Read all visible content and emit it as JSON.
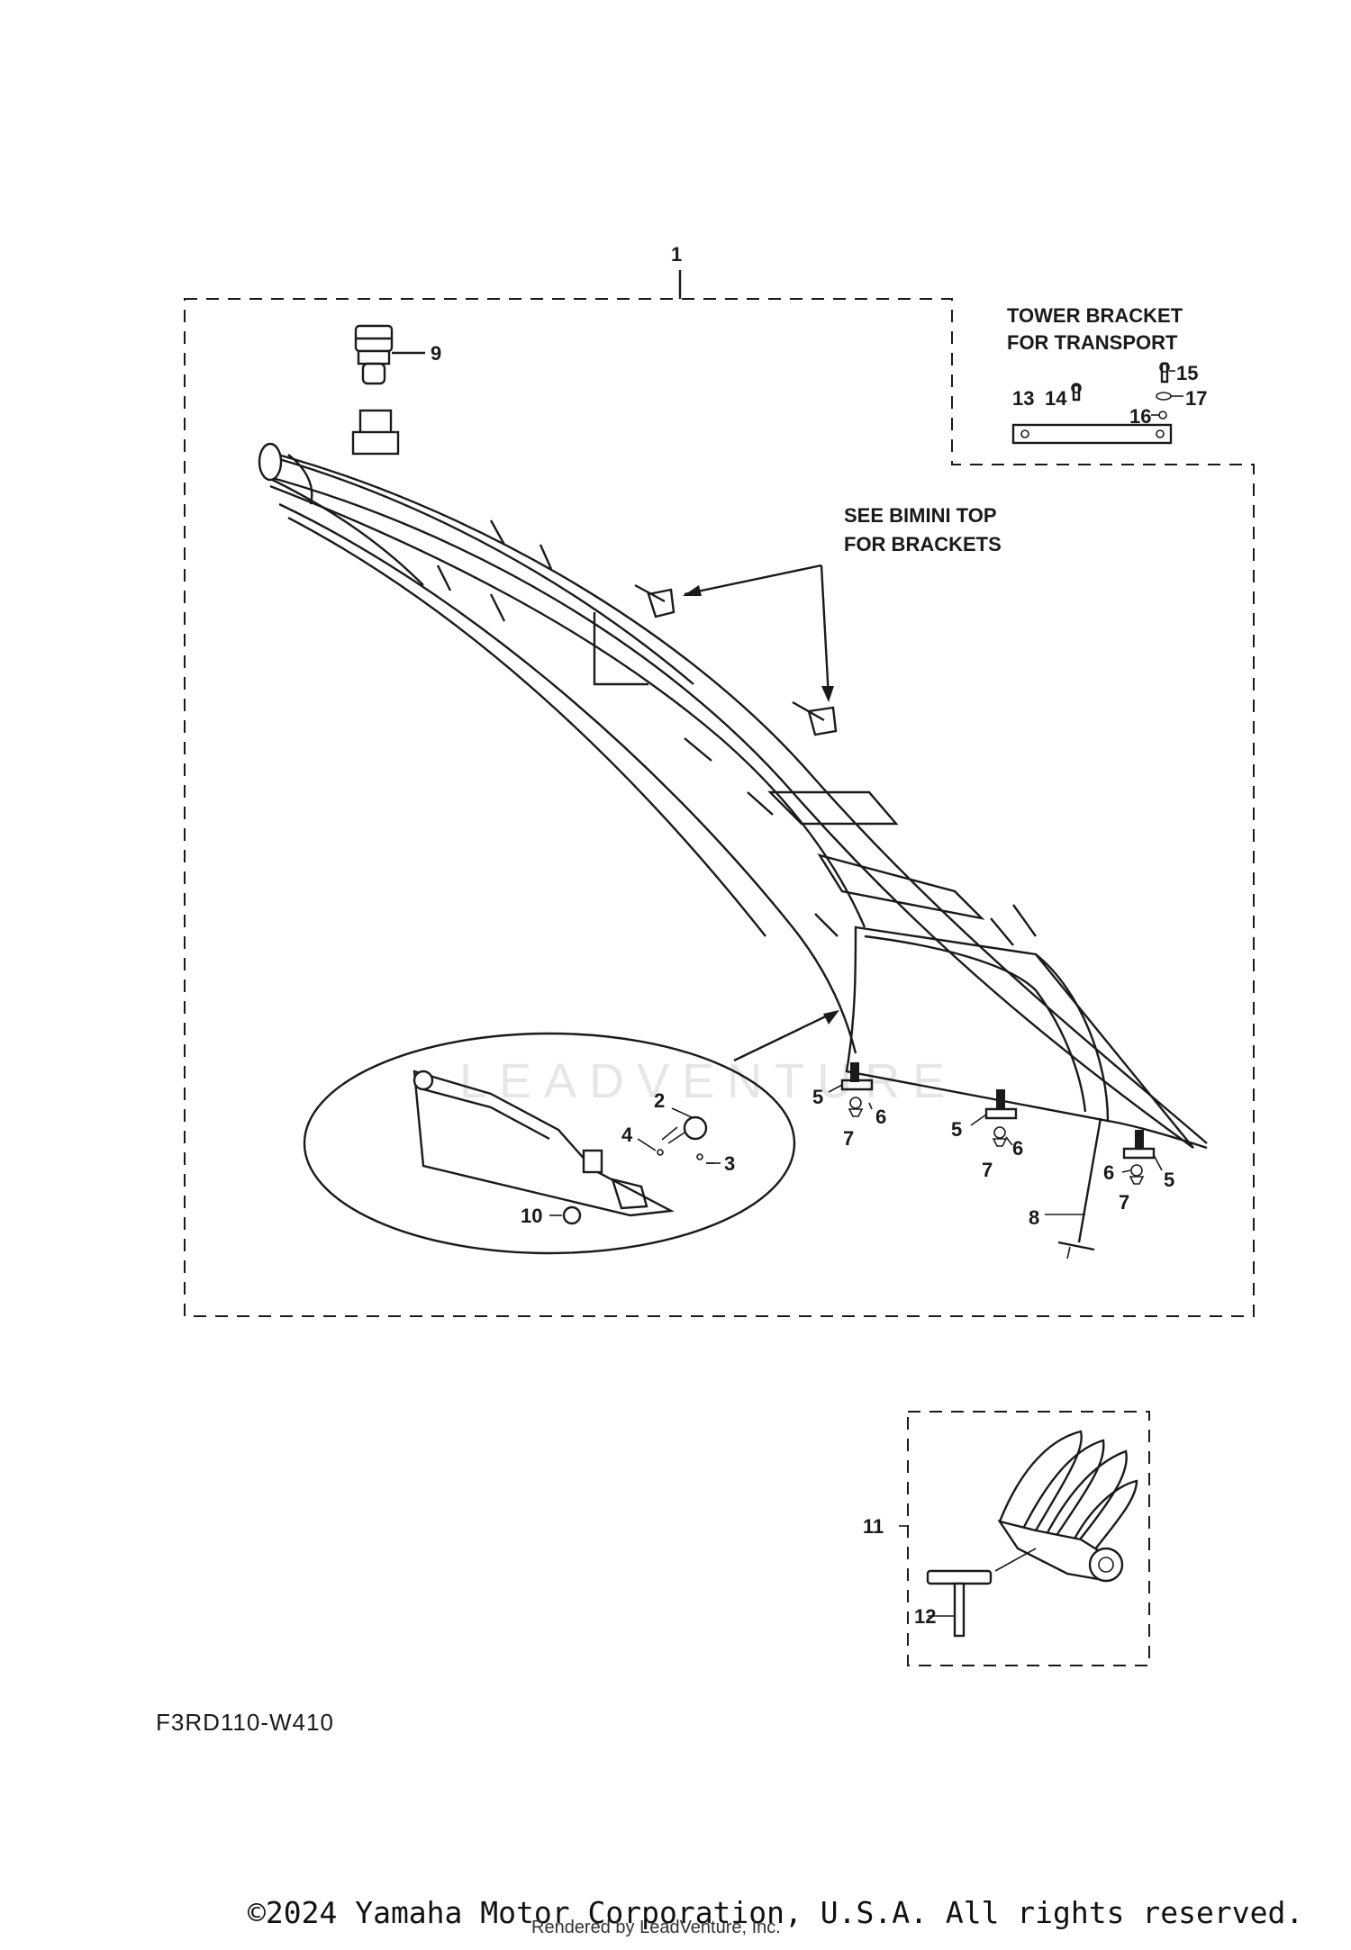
{
  "diagram": {
    "callouts": {
      "c1": "1",
      "c2": "2",
      "c3": "3",
      "c4": "4",
      "c5a": "5",
      "c5b": "5",
      "c5c": "5",
      "c6a": "6",
      "c6b": "6",
      "c6c": "6",
      "c7a": "7",
      "c7b": "7",
      "c7c": "7",
      "c8": "8",
      "c9": "9",
      "c10": "10",
      "c11": "11",
      "c12": "12",
      "c13": "13",
      "c14": "14",
      "c15": "15",
      "c16": "16",
      "c17": "17"
    },
    "notes": {
      "tower_line1": "TOWER BRACKET",
      "tower_line2": "FOR TRANSPORT",
      "bimini_line1": "SEE BIMINI TOP",
      "bimini_line2": "FOR BRACKETS"
    },
    "diagram_code": "F3RD110-W410",
    "watermark": "LEADVENTURE"
  },
  "footer": {
    "copyright": "©2024 Yamaha Motor Corporation, U.S.A. All rights reserved.",
    "rendered_by": "Rendered by LeadVenture, Inc."
  }
}
